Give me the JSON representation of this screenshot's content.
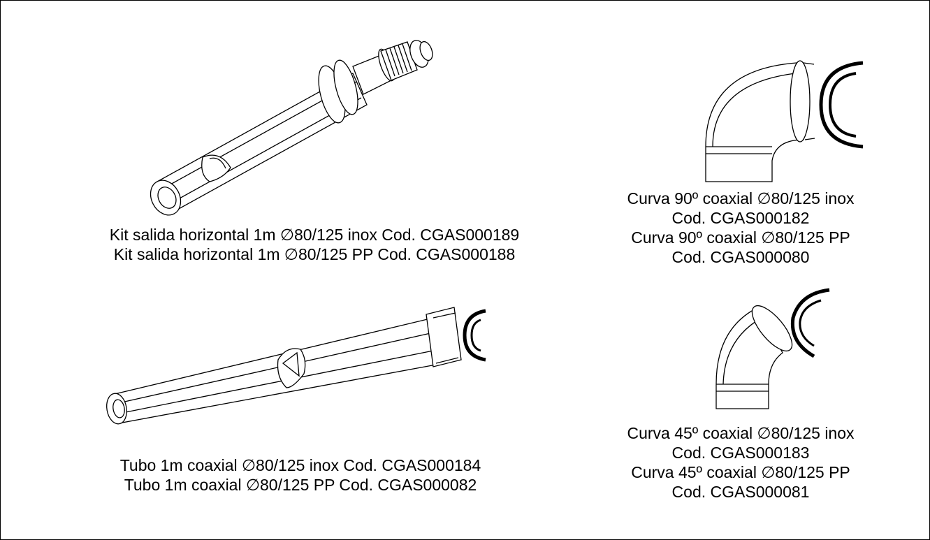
{
  "products": [
    {
      "lines": [
        "Kit salida horizontal 1m ∅80/125 inox Cod. CGAS000189",
        "Kit salida horizontal 1m ∅80/125 PP Cod. CGAS000188"
      ]
    },
    {
      "lines": [
        "Curva 90º coaxial  ∅80/125 inox",
        "Cod. CGAS000182",
        "Curva 90º coaxial  ∅80/125 PP",
        "Cod. CGAS000080"
      ]
    },
    {
      "lines": [
        "Tubo 1m coaxial ∅80/125 inox Cod. CGAS000184",
        "Tubo 1m coaxial ∅80/125 PP Cod. CGAS000082"
      ]
    },
    {
      "lines": [
        "Curva 45º coaxial  ∅80/125 inox",
        "Cod. CGAS000183",
        "Curva 45º coaxial  ∅80/125 PP",
        "Cod. CGAS000081"
      ]
    }
  ]
}
